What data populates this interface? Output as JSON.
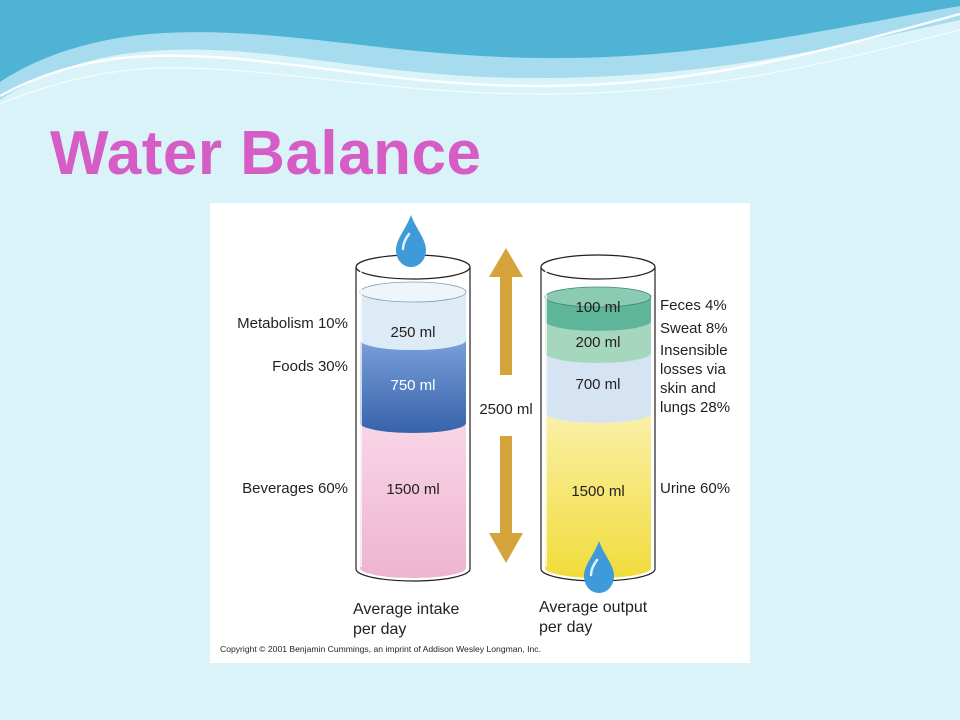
{
  "slide": {
    "title": "Water Balance",
    "colors": {
      "title": "#d65cc6",
      "background": "#daf3f8",
      "wave_dark": "#4fb3d6",
      "wave_light": "#a6dcee"
    }
  },
  "diagram": {
    "total_label": "2500 ml",
    "intake": {
      "caption": "Average intake\nper day",
      "segments": [
        {
          "source": "Metabolism 10%",
          "amount": "250 ml",
          "ml": 250,
          "color": "#dcebf6"
        },
        {
          "source": "Foods 30%",
          "amount": "750 ml",
          "ml": 750,
          "color": "#4a78c0"
        },
        {
          "source": "Beverages 60%",
          "amount": "1500 ml",
          "ml": 1500,
          "color": "#f4c5dc"
        }
      ]
    },
    "output": {
      "caption": "Average output\nper day",
      "segments": [
        {
          "source": "Feces 4%",
          "amount": "100 ml",
          "ml": 100,
          "color": "#5fb59a"
        },
        {
          "source": "Sweat 8%",
          "amount": "200 ml",
          "ml": 200,
          "color": "#a5d6be"
        },
        {
          "source": "Insensible\nlosses via\nskin and\nlungs 28%",
          "amount": "700 ml",
          "ml": 700,
          "color": "#d6e3f3"
        },
        {
          "source": "Urine 60%",
          "amount": "1500 ml",
          "ml": 1500,
          "color": "#f6e468"
        }
      ]
    },
    "arrow_color": "#d4a33c",
    "drop_color": "#3e9ad8",
    "copyright": "Copyright © 2001 Benjamin Cummings, an imprint of Addison Wesley Longman, Inc."
  }
}
